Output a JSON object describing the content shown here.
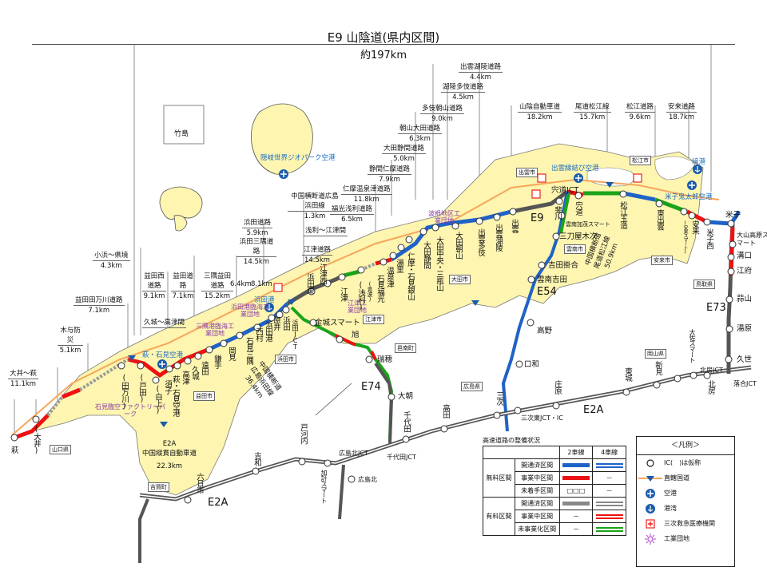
{
  "header": {
    "title": "E9 山陰道(県内区間)",
    "total_length": "約197km"
  },
  "segments": [
    {
      "name": "大井～萩",
      "length": "11.1km"
    },
    {
      "name": "木与防災",
      "length": "5.1km"
    },
    {
      "name": "益田田万川道路",
      "length": "7.1km"
    },
    {
      "name": "久城～高津間",
      "length": ""
    },
    {
      "name": "小浜～県境",
      "length": "4.3km"
    },
    {
      "name": "益田西道路",
      "length": "9.1km"
    },
    {
      "name": "益田道路",
      "length": "7.1km"
    },
    {
      "name": "三隅益田道路",
      "length": "15.2km"
    },
    {
      "name": "",
      "length": "6.4km"
    },
    {
      "name": "",
      "length": "8.1km"
    },
    {
      "name": "浜田三隅道路",
      "length": "14.5km"
    },
    {
      "name": "浜田道路",
      "length": "5.9km"
    },
    {
      "name": "中国横断道広島浜田線",
      "length": "1.3km"
    },
    {
      "name": "江津道路",
      "length": "14.5km"
    },
    {
      "name": "浅利～江津間",
      "length": ""
    },
    {
      "name": "福光浅利道路",
      "length": "6.5km"
    },
    {
      "name": "仁摩温泉津道路",
      "length": "11.8km"
    },
    {
      "name": "静間仁摩道路",
      "length": "7.9km"
    },
    {
      "name": "大田静間道路",
      "length": "5.0km"
    },
    {
      "name": "朝山大田道路",
      "length": "6.3km"
    },
    {
      "name": "多伎朝山道路",
      "length": "9.0km"
    },
    {
      "name": "湖陵多伎道路",
      "length": "4.5km"
    },
    {
      "name": "出雲湖陵道路",
      "length": "4.4km"
    },
    {
      "name": "山陰自動車道",
      "length": "18.2km"
    },
    {
      "name": "尾道松江線",
      "length": "15.7km"
    },
    {
      "name": "松江道路",
      "length": "9.6km"
    },
    {
      "name": "安来道路",
      "length": "18.7km"
    }
  ],
  "interchanges": {
    "e9": [
      "萩",
      "(大井)",
      "(田万川)",
      "(戸田)",
      "(白上)",
      "須子",
      "萩・石見空港",
      "高津",
      "久城",
      "遠田",
      "鎌手",
      "岡見",
      "石見三隅",
      "西村",
      "浜田港",
      "原井",
      "浜田",
      "浜田JCT",
      "浜田東",
      "江津西",
      "江津",
      "(浅利)",
      "(青波)",
      "石見福光",
      "温泉津",
      "湯里",
      "仁摩・石見銀山",
      "大田静間",
      "大田中央・三瓶山",
      "大田朝山",
      "出雲多伎",
      "出雲湖陵",
      "出雲",
      "斐川",
      "宍道JCT",
      "宍道",
      "松江玉造",
      "東出雲",
      "(安来スマート)",
      "安来",
      "米子西",
      "米子"
    ],
    "e54": [
      "雲南加茂スマート",
      "三刀屋木次",
      "吉田掛合",
      "雲南吉田",
      "高野",
      "口和",
      "三次東JCT・IC"
    ],
    "e74": [
      "金城スマート",
      "旭",
      "瑞穂",
      "大朝",
      "千代田",
      "千代田JCT"
    ],
    "e2a": [
      "六日市",
      "吉和",
      "戸河内",
      "加計スマート",
      "広島北JCT",
      "広島北",
      "高田",
      "三次",
      "庄原",
      "東城",
      "新見",
      "大佐スマート",
      "北房JCT",
      "北房",
      "落合JCT"
    ],
    "e73": [
      "大山高原スマート",
      "溝口",
      "江府",
      "蒜山",
      "湯原",
      "久世"
    ]
  },
  "routes": {
    "e9": "E9",
    "e54": "E54",
    "e74": "E74",
    "e2a_1": "E2A",
    "e2a_2": "E2A",
    "e2a_3": "E2A",
    "e73": "E73"
  },
  "route_notes": {
    "e2a_west": {
      "line1": "E2A",
      "line2": "中国縦貫自動車道",
      "length": "22.3km"
    },
    "e74_note": {
      "line1": "E74",
      "line2": "中国横断道",
      "line3": "広島浜田線",
      "length": "36.4km"
    },
    "e54_note": {
      "line1": "E54",
      "line2": "中国横断道",
      "line3": "尾道松江線",
      "length": "50.9km"
    }
  },
  "places": {
    "takeshima": "竹島",
    "oki_airport": "隠岐世界ジオパーク空港",
    "hagi_iwami_airport": "萩・石見空港",
    "izumo_airport": "出雲縁結び空港",
    "yonago_airport": "米子鬼太郎空港",
    "hamada_port": "浜田港",
    "sakai_port": "境港",
    "ind_iwami": "石見臨空ファクトリーパーク",
    "ind_misumi": "三隅港臨海工業団地",
    "ind_hamada": "浜田港臨海工業団地",
    "ind_gotsu": "江津工業団地",
    "ind_hane": "波根地区工業団地"
  },
  "cities": [
    "山口県",
    "益田市",
    "吉賀町",
    "浜田市",
    "江津市",
    "邑南町",
    "大田市",
    "出雲市",
    "雲南市",
    "松江市",
    "安来市",
    "鳥取県",
    "岡山県",
    "広島県"
  ],
  "status_table": {
    "title": "高速道路の整備状況",
    "col_2lane": "2車線",
    "col_4lane": "4車線",
    "groups": [
      {
        "label": "無料区間",
        "rows": [
          {
            "status": "開通済区間",
            "two": "blue",
            "four": "blue-double"
          },
          {
            "status": "事業中区間",
            "two": "red",
            "four": "－"
          },
          {
            "status": "未着手区間",
            "two": "□□□",
            "four": "－"
          }
        ]
      },
      {
        "label": "有料区間",
        "rows": [
          {
            "status": "開通済区間",
            "two": "gray",
            "four": "gray-double"
          },
          {
            "status": "事業中区間",
            "two": "－",
            "four": "red-double"
          },
          {
            "status": "未事業化区間",
            "two": "－",
            "four": "green-double"
          }
        ]
      }
    ]
  },
  "legend": {
    "title": "＜凡例＞",
    "items": [
      {
        "icon": "ic-circle-icon",
        "label": "IC(　)は仮称"
      },
      {
        "icon": "national-road-icon",
        "label": "直轄国道"
      },
      {
        "icon": "airport-icon",
        "label": "空港"
      },
      {
        "icon": "port-icon",
        "label": "港湾"
      },
      {
        "icon": "hospital-icon",
        "label": "三次救急医療機関"
      },
      {
        "icon": "industrial-park-icon",
        "label": "工業団地"
      }
    ]
  },
  "colors": {
    "land": "#fdf5b0",
    "free_open": "#1f62c8",
    "under_construction": "#ee1111",
    "toll_open": "#555555",
    "unfunded": "#1aa31a",
    "national_road": "#f7a65a",
    "airport": "#1a5cae",
    "industrial": "#9a3ab0"
  }
}
